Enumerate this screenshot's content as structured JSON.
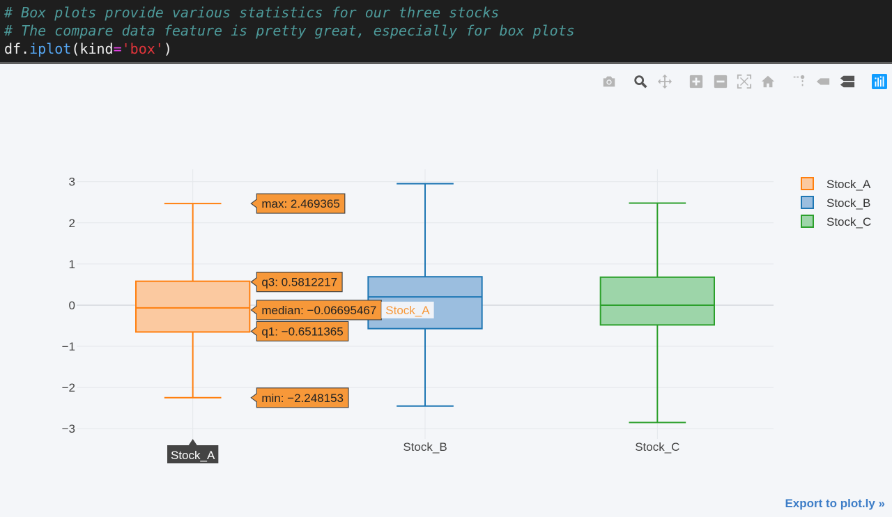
{
  "code": {
    "comment_1": "# Box plots provide various statistics for our three stocks",
    "comment_2": "# The compare data feature is pretty great, especially for box plots",
    "line_df": "df",
    "line_dot": ".",
    "line_func": "iplot",
    "line_open": "(kind",
    "line_eq": "=",
    "line_str": "'box'",
    "line_close": ")"
  },
  "modebar": {
    "icons": [
      "camera-icon",
      "zoom-icon",
      "pan-icon",
      "zoom-in-icon",
      "zoom-out-icon",
      "autoscale-icon",
      "reset-axes-icon",
      "spike-lines-icon",
      "hover-closest-icon",
      "hover-compare-icon",
      "plotly-logo-icon"
    ]
  },
  "chart_data": {
    "type": "box",
    "categories": [
      "Stock_A",
      "Stock_B",
      "Stock_C"
    ],
    "ylim": [
      -3.25,
      3.3
    ],
    "yticks": [
      3,
      2,
      1,
      0,
      -1,
      -2,
      -3
    ],
    "ytick_labels": [
      "3",
      "2",
      "1",
      "0",
      "−1",
      "−2",
      "−3"
    ],
    "grid": true,
    "legend_position": "top-right",
    "series": [
      {
        "name": "Stock_A",
        "color": "#ff7f0e",
        "fill": "#fbc9a0",
        "min": -2.248153,
        "q1": -0.6511365,
        "median": -0.06695467,
        "q3": 0.5812217,
        "max": 2.469365
      },
      {
        "name": "Stock_B",
        "color": "#1f77b4",
        "fill": "#9bbedf",
        "min": -2.45,
        "q1": -0.57,
        "median": 0.2,
        "q3": 0.69,
        "max": 2.95
      },
      {
        "name": "Stock_C",
        "color": "#2ca02c",
        "fill": "#9dd5a9",
        "min": -2.85,
        "q1": -0.48,
        "median": 0.0,
        "q3": 0.68,
        "max": 2.48
      }
    ],
    "hover": {
      "series": "Stock_A",
      "labels": {
        "max": "max: 2.469365",
        "q3": "q3: 0.5812217",
        "median": "median: −0.06695467",
        "q1": "q1: −0.6511365",
        "min": "min: −2.248153"
      },
      "trace_label": "Stock_A",
      "axis_label": "Stock_A",
      "tip_color": "#f79839",
      "axis_tip_color": "#444444"
    }
  },
  "export": {
    "label": "Export to plot.ly »"
  }
}
